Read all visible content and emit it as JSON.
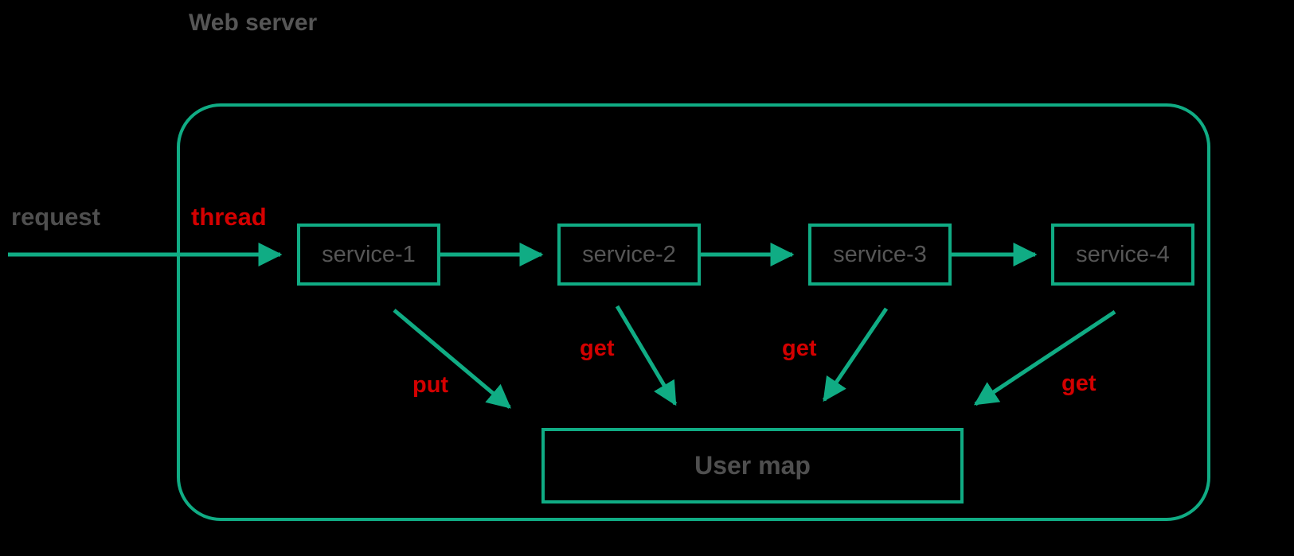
{
  "diagram": {
    "title": "Web server",
    "colors": {
      "background": "#000000",
      "line": "#10ac84",
      "text_gray": "#565656",
      "accent_red": "#d40000"
    },
    "labels": {
      "request": "request",
      "thread": "thread"
    },
    "services": [
      {
        "label": "service-1"
      },
      {
        "label": "service-2"
      },
      {
        "label": "service-3"
      },
      {
        "label": "service-4"
      }
    ],
    "store": {
      "label": "User map"
    },
    "edges": {
      "put": "put",
      "get_service2": "get",
      "get_service3": "get",
      "get_service4": "get"
    }
  }
}
